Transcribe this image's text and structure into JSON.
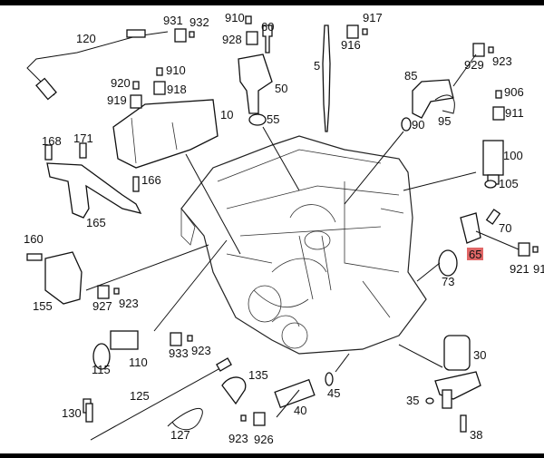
{
  "diagram": {
    "highlight_color": "#e06666",
    "highlighted_part": "65",
    "labels": [
      "931",
      "932",
      "120",
      "910",
      "60",
      "928",
      "917",
      "916",
      "5",
      "929",
      "923",
      "85",
      "920",
      "910",
      "918",
      "919",
      "50",
      "906",
      "911",
      "10",
      "55",
      "90",
      "95",
      "168",
      "171",
      "100",
      "166",
      "105",
      "165",
      "70",
      "160",
      "65",
      "921",
      "91",
      "73",
      "155",
      "927",
      "923",
      "110",
      "933",
      "923",
      "30",
      "115",
      "135",
      "45",
      "125",
      "40",
      "35",
      "130",
      "127",
      "923",
      "926",
      "38"
    ]
  }
}
